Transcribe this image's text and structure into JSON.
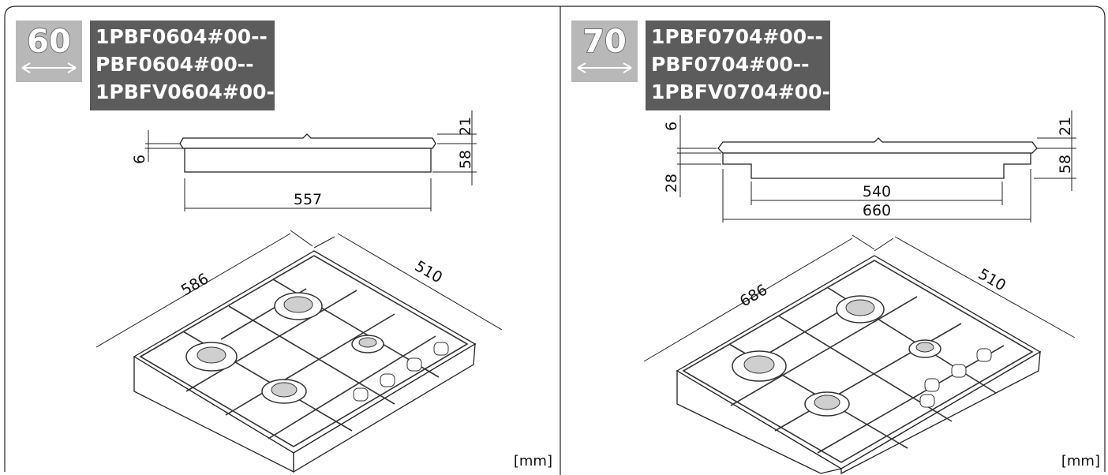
{
  "panels": [
    {
      "badge": "60",
      "models": [
        "1PBF0604#00--",
        "PBF0604#00--",
        "1PBFV0604#00--"
      ],
      "side_view": {
        "dim_top": "21",
        "dim_height": "58",
        "dim_rim": "6",
        "dim_width": "557"
      },
      "iso_view": {
        "dim_width": "586",
        "dim_depth": "510"
      },
      "unit": "[mm]"
    },
    {
      "badge": "70",
      "models": [
        "1PBF0704#00--",
        "PBF0704#00--",
        "1PBFV0704#00--"
      ],
      "side_view": {
        "dim_top": "21",
        "dim_height": "58",
        "dim_rim": "6",
        "dim_step": "28",
        "dim_inner": "540",
        "dim_width": "660"
      },
      "iso_view": {
        "dim_width": "686",
        "dim_depth": "510"
      },
      "unit": "[mm]"
    }
  ],
  "colors": {
    "badge_bg": "#b8b8b8",
    "model_bg": "#5c5c5c",
    "line": "#222222"
  }
}
